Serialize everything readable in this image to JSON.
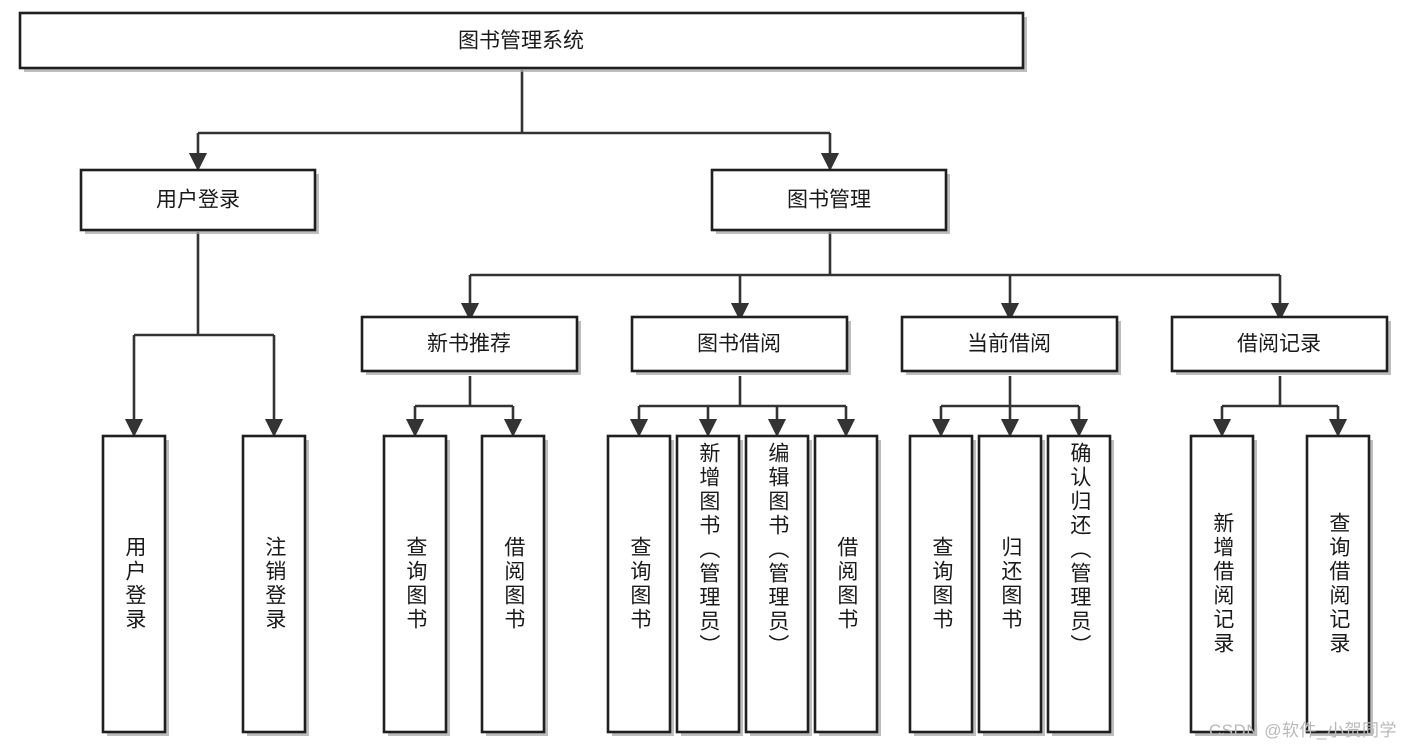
{
  "diagram": {
    "title": "图书管理系统",
    "type": "tree",
    "orientation": "top-down",
    "colors": {
      "box_fill": "#ffffff",
      "box_stroke": "#1f1f1f",
      "edge": "#333333",
      "text": "#1a1a1a",
      "shadow": "#a8a8a8",
      "watermark": "#b9b9b9",
      "background": "#ffffff"
    },
    "root": {
      "label": "图书管理系统"
    },
    "level2": [
      {
        "label": "用户登录"
      },
      {
        "label": "图书管理"
      }
    ],
    "level3": [
      {
        "label": "新书推荐"
      },
      {
        "label": "图书借阅"
      },
      {
        "label": "当前借阅"
      },
      {
        "label": "借阅记录"
      }
    ],
    "leaves": {
      "user_login": [
        {
          "label": "用户登录"
        },
        {
          "label": "注销登录"
        }
      ],
      "new_book_recommend": [
        {
          "label": "查询图书"
        },
        {
          "label": "借阅图书"
        }
      ],
      "book_borrow": [
        {
          "label": "查询图书"
        },
        {
          "label": "新增图书（管理员）"
        },
        {
          "label": "编辑图书（管理员）"
        },
        {
          "label": "借阅图书"
        }
      ],
      "current_borrow": [
        {
          "label": "查询图书"
        },
        {
          "label": "归还图书"
        },
        {
          "label": "确认归还（管理员）"
        }
      ],
      "borrow_record": [
        {
          "label": "新增借阅记录"
        },
        {
          "label": "查询借阅记录"
        }
      ]
    }
  },
  "watermark": {
    "text": "CSDN @软件_小贺同学"
  }
}
